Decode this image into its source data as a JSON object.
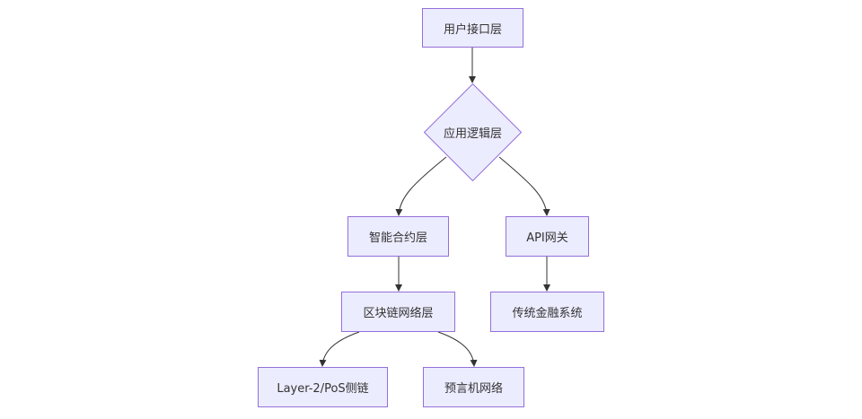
{
  "diagram": {
    "nodes": {
      "user_interface_layer": "用户接口层",
      "application_logic_layer": "应用逻辑层",
      "smart_contract_layer": "智能合约层",
      "api_gateway": "API网关",
      "blockchain_network_layer": "区块链网络层",
      "traditional_finance_system": "传统金融系统",
      "layer2_pos_sidechain": "Layer-2/PoS侧链",
      "oracle_network": "预言机网络"
    },
    "edges": [
      {
        "from": "user_interface_layer",
        "to": "application_logic_layer"
      },
      {
        "from": "application_logic_layer",
        "to": "smart_contract_layer"
      },
      {
        "from": "application_logic_layer",
        "to": "api_gateway"
      },
      {
        "from": "smart_contract_layer",
        "to": "blockchain_network_layer"
      },
      {
        "from": "api_gateway",
        "to": "traditional_finance_system"
      },
      {
        "from": "blockchain_network_layer",
        "to": "layer2_pos_sidechain"
      },
      {
        "from": "blockchain_network_layer",
        "to": "oracle_network"
      }
    ],
    "colors": {
      "node_fill": "#ececff",
      "node_border": "#9370db",
      "edge": "#333333",
      "text": "#333333"
    }
  }
}
